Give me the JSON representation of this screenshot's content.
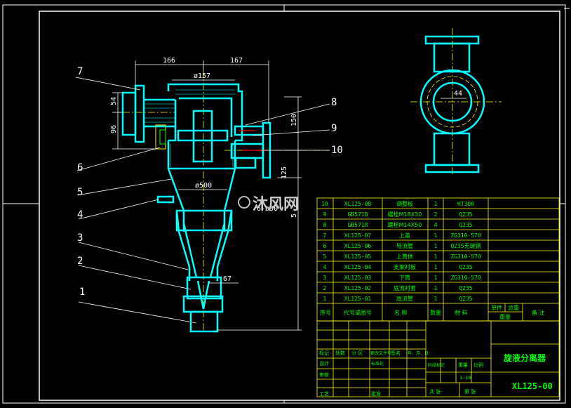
{
  "drawing": {
    "title": "旋液分离器",
    "drawing_number": "XL125-00",
    "watermark": "沐风网",
    "colors": {
      "background": "#000000",
      "frame": "#ffffff",
      "outline": "#00ffff",
      "dimension": "#ffffff",
      "center_line": "#ffff00",
      "table_line": "#ffff00",
      "table_text": "#00ff00"
    }
  },
  "dimensions": {
    "d166": "166",
    "d167": "167",
    "dia157": "ø157",
    "d54": "54",
    "d96": "96",
    "d150": "150",
    "d125": "125",
    "dia500": "ø500",
    "d67": "67",
    "d44": "44",
    "d5": "5",
    "d6_30": "6-ø30"
  },
  "callouts": [
    "1",
    "2",
    "3",
    "4",
    "5",
    "6",
    "7",
    "8",
    "9",
    "10"
  ],
  "parts_list": {
    "rows": [
      {
        "no": "10",
        "code": "XL125-08",
        "name": "调整板",
        "qty": "1",
        "material": "HT300"
      },
      {
        "no": "9",
        "code": "GB5718",
        "name": "螺栓M18X30",
        "qty": "2",
        "material": "Q235"
      },
      {
        "no": "8",
        "code": "GB5718",
        "name": "螺栓M14X50",
        "qty": "4",
        "material": "Q235"
      },
      {
        "no": "7",
        "code": "XL125-07",
        "name": "上盖",
        "qty": "1",
        "material": "ZG310-570"
      },
      {
        "no": "6",
        "code": "XL125-06",
        "name": "导流管",
        "qty": "1",
        "material": "Q235无缝钢"
      },
      {
        "no": "5",
        "code": "XL125-05",
        "name": "上筒体",
        "qty": "1",
        "material": "ZG310-570"
      },
      {
        "no": "4",
        "code": "XL125-04",
        "name": "支架衬板",
        "qty": "1",
        "material": "Q235"
      },
      {
        "no": "3",
        "code": "XL125-03",
        "name": "下筒",
        "qty": "1",
        "material": "ZG310-570"
      },
      {
        "no": "2",
        "code": "XL125-02",
        "name": "底流衬套",
        "qty": "1",
        "material": "Q235"
      },
      {
        "no": "1",
        "code": "XL125-01",
        "name": "底流管",
        "qty": "1",
        "material": "Q235"
      }
    ],
    "header": {
      "no": "序号",
      "code": "代号或图号",
      "name": "名  称",
      "qty": "数量",
      "material": "材  料",
      "unit_weight": "单件",
      "total_weight": "总重",
      "weight": "重量",
      "note": "备  注"
    }
  },
  "title_block": {
    "rev_labels": [
      "标记",
      "处数",
      "分  区",
      "更改文件号",
      "签名",
      "年、月、日"
    ],
    "role_labels": [
      "设计",
      "标准化",
      "审核",
      "工艺",
      "批准"
    ],
    "stage_labels": [
      "阶段标记",
      "重量",
      "比例"
    ],
    "scale": "1:10",
    "sheet_labels": [
      "共   张",
      "第   张"
    ]
  }
}
